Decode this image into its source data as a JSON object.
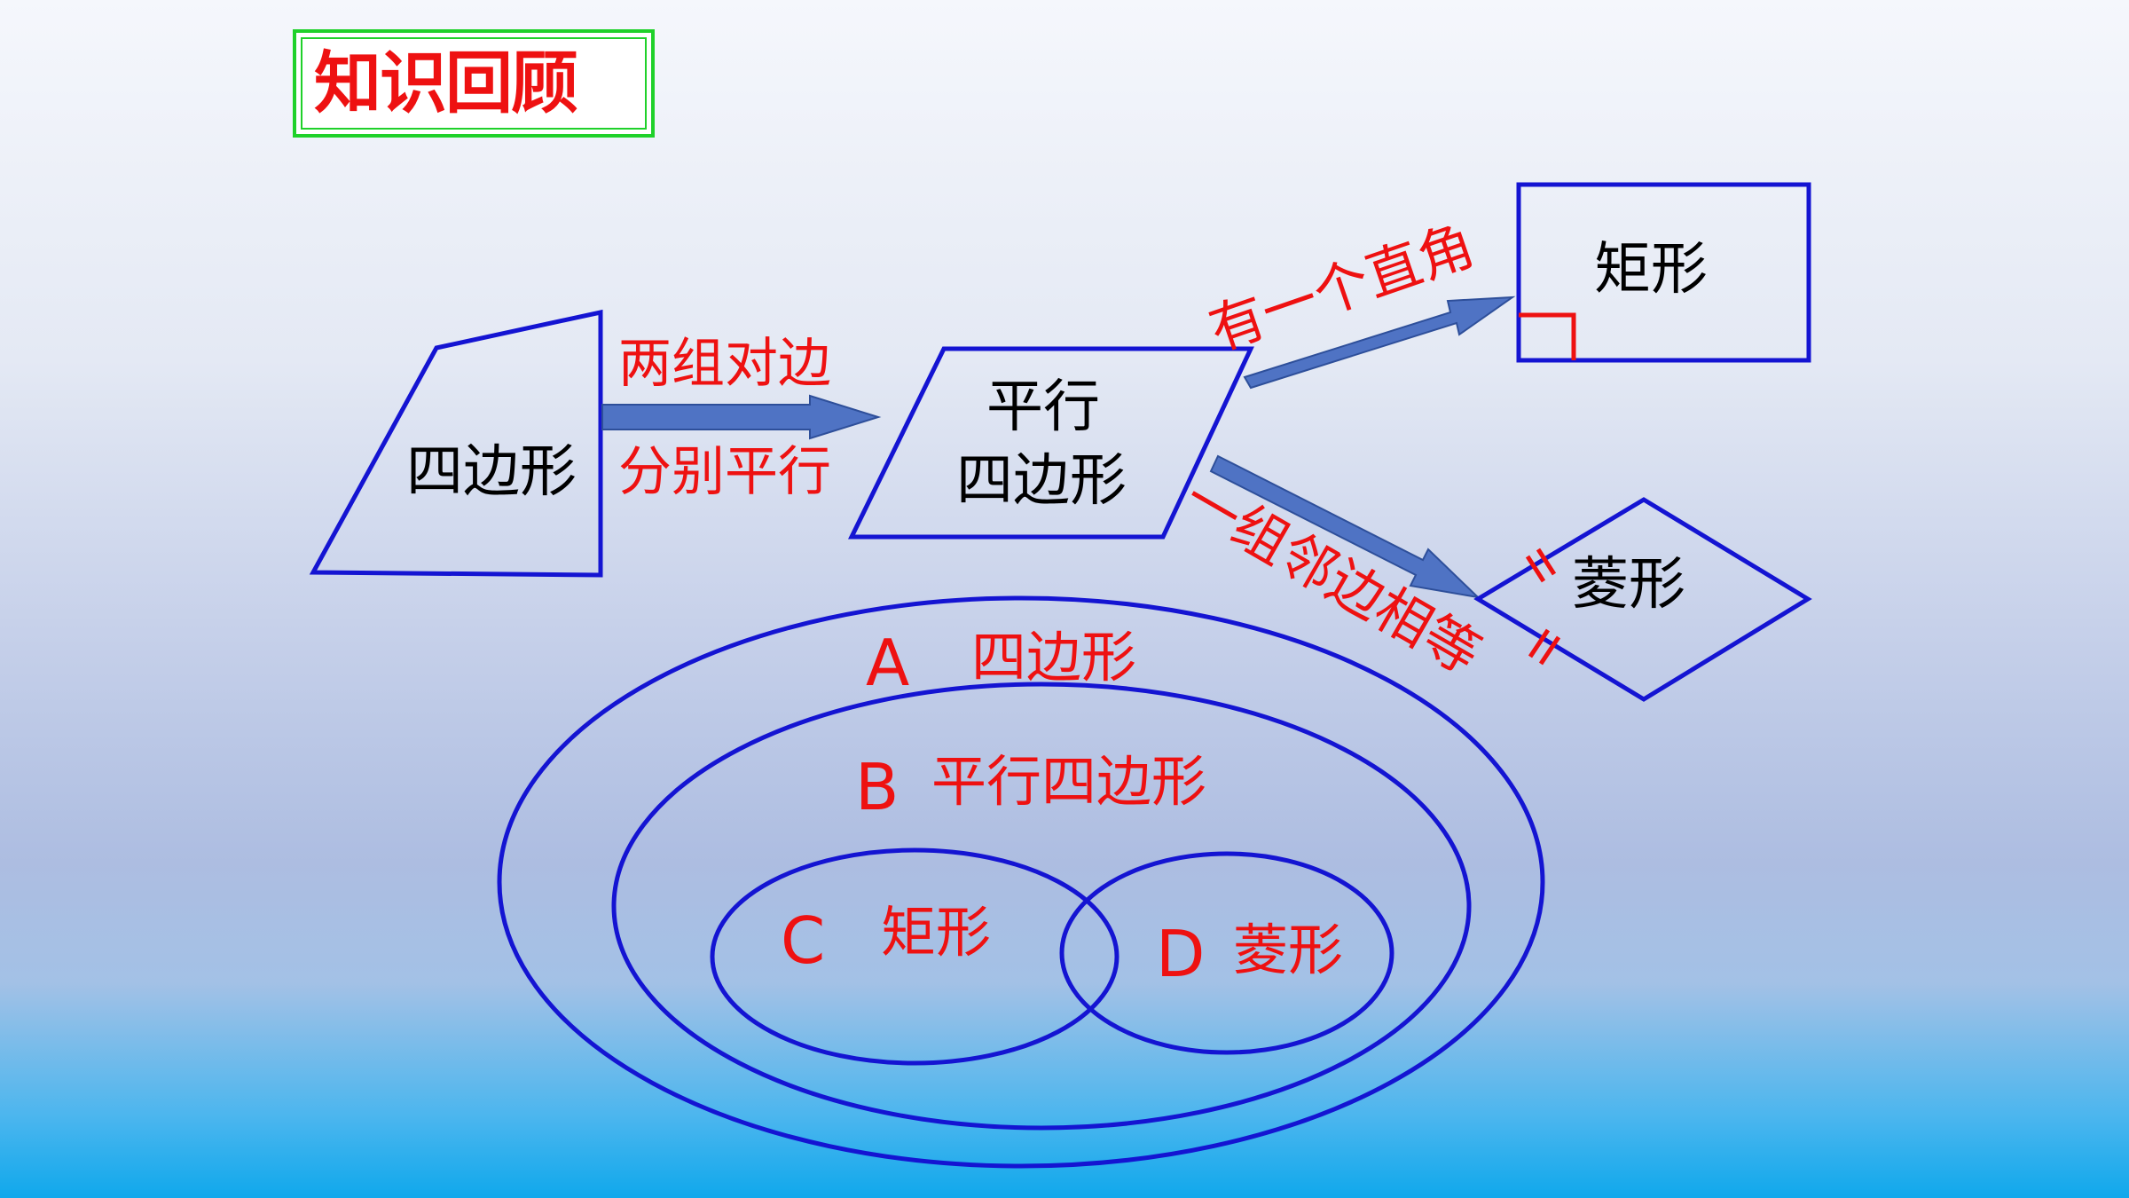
{
  "slide": {
    "title": "知识回顾"
  },
  "flow": {
    "quadrilateral": "四边形",
    "condition_parallel_line1": "两组对边",
    "condition_parallel_line2": "分别平行",
    "parallelogram_line1": "平行",
    "parallelogram_line2": "四边形",
    "condition_right_angle": "有一个直角",
    "rectangle": "矩形",
    "condition_adjacent_sides": "一组邻边相等",
    "rhombus": "菱形"
  },
  "venn": {
    "a_letter": "A",
    "a_label": "四边形",
    "b_letter": "B",
    "b_label": "平行四边形",
    "c_letter": "C",
    "c_label": "矩形",
    "d_letter": "D",
    "d_label": "菱形"
  },
  "colors": {
    "shape_stroke": "#1414d2",
    "label_red": "#ee1111",
    "arrow_fill": "#4f73c4",
    "title_border": "#1fd12a"
  }
}
